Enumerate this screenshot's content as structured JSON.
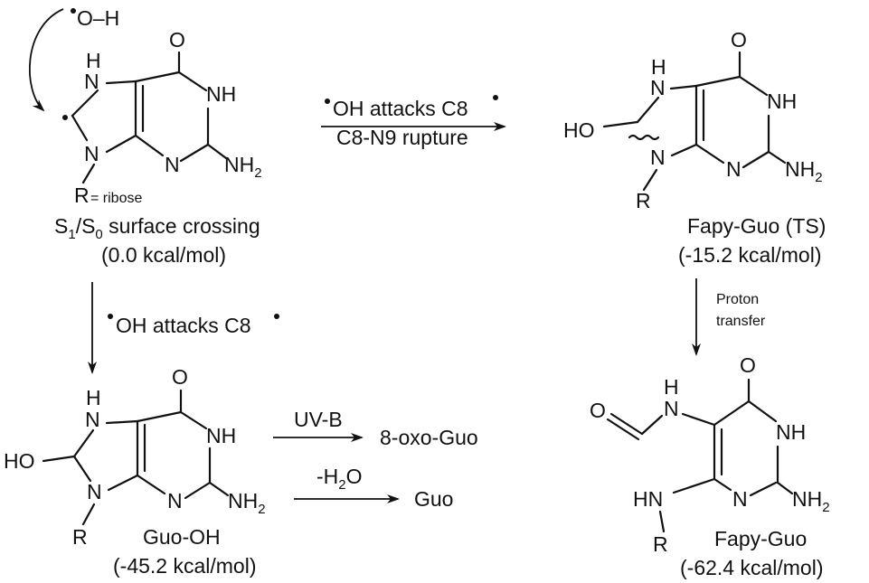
{
  "colors": {
    "ink": "#111111",
    "background": "#ffffff"
  },
  "labels": {
    "radical_oh": "O–H",
    "r_ribose": "R",
    "ribose": "= ribose",
    "s1s0_a": "S",
    "s1s0_sub1": "1",
    "s1s0_b": "/S",
    "s1s0_sub0": "0",
    "s1s0_c": " surface crossing",
    "energy_start": "(0.0 kcal/mol)",
    "arrow_top_line1": "OH attacks C8",
    "arrow_top_line2": "C8-N9 rupture",
    "arrow_down_left": "OH attacks C8",
    "fapy_ts_name": "Fapy-Guo (TS)",
    "energy_ts": "(-15.2 kcal/mol)",
    "proton_1": "Proton",
    "proton_2": "transfer",
    "uvb": "UV-B",
    "oxo_guo": "8-oxo-Guo",
    "h2o_a": "-H",
    "h2o_sub": "2",
    "h2o_b": "O",
    "guo": "Guo",
    "guo_oh_name": "Guo-OH",
    "energy_guooh": "(-45.2 kcal/mol)",
    "fapy_name": "Fapy-Guo",
    "energy_fapy": "(-62.4 kcal/mol)",
    "atom_O": "O",
    "atom_H": "H",
    "atom_N": "N",
    "atom_NH": "NH",
    "atom_HO": "HO",
    "atom_HN": "HN",
    "atom_R": "R",
    "nh2_a": "NH",
    "nh2_sub": "2"
  }
}
